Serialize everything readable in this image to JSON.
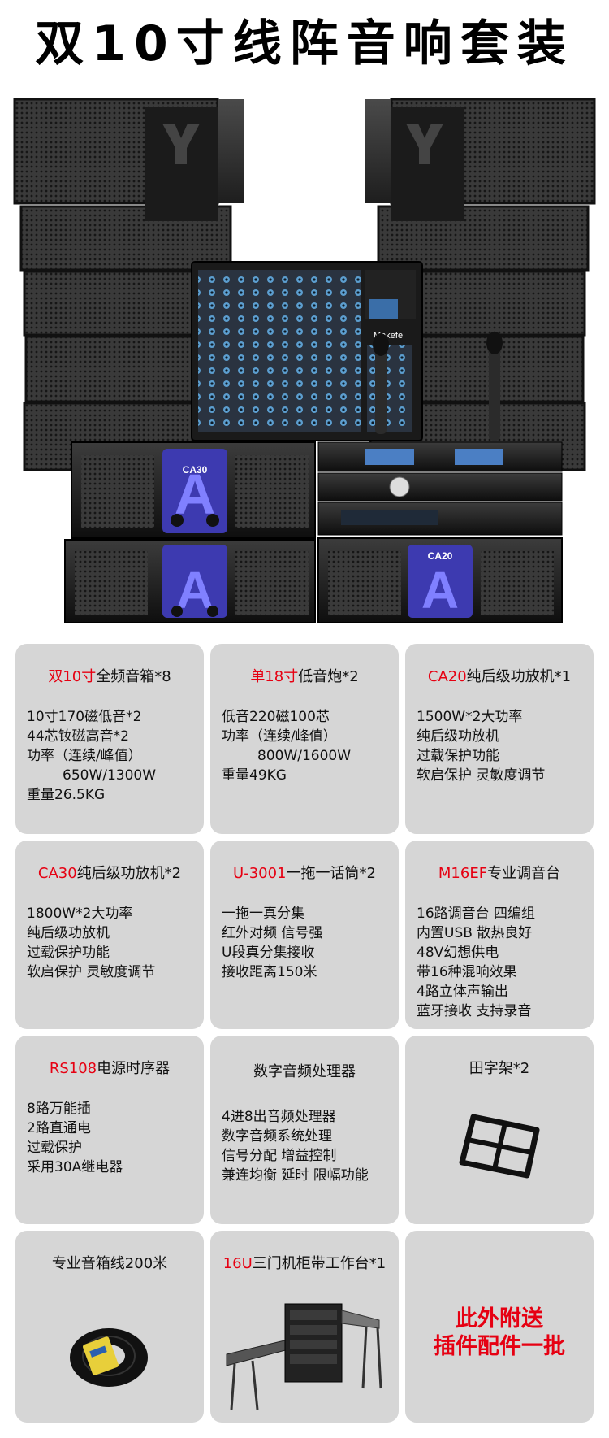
{
  "page": {
    "title": "双10寸线阵音响套装"
  },
  "hero": {
    "mixer_brand": "Makefe",
    "amp_top_label": "CA30",
    "amp_bottom_label": "CA20",
    "big_a": "A"
  },
  "cards": [
    {
      "hl": "双10寸",
      "rest": "全频音箱*8",
      "lines": [
        "10寸170磁低音*2",
        "44芯钕磁高音*2",
        "功率（连续/峰值）",
        "650W/1300W",
        "重量26.5KG"
      ]
    },
    {
      "hl": "单18寸",
      "rest": "低音炮*2",
      "lines": [
        "低音220磁100芯",
        "功率（连续/峰值）",
        "800W/1600W",
        "重量49KG"
      ]
    },
    {
      "hl": "CA20",
      "rest": "纯后级功放机*1",
      "lines": [
        "1500W*2大功率",
        "纯后级功放机",
        "过载保护功能",
        "软启保护 灵敏度调节"
      ]
    },
    {
      "hl": "CA30",
      "rest": "纯后级功放机*2",
      "lines": [
        "1800W*2大功率",
        "纯后级功放机",
        "过载保护功能",
        "软启保护 灵敏度调节"
      ]
    },
    {
      "hl": "U-3001",
      "rest": "一拖一话筒*2",
      "lines": [
        "一拖一真分集",
        "红外对频 信号强",
        "U段真分集接收",
        "接收距离150米"
      ]
    },
    {
      "hl": "M16EF",
      "rest": "专业调音台",
      "lines": [
        "16路调音台 四编组",
        "内置USB 散热良好",
        "48V幻想供电",
        "带16种混响效果",
        "4路立体声输出",
        "蓝牙接收 支持录音"
      ]
    },
    {
      "hl": "RS108",
      "rest": "电源时序器",
      "lines": [
        "8路万能插",
        "2路直通电",
        "过载保护",
        "采用30A继电器"
      ]
    },
    {
      "hl": "",
      "rest": "数字音频处理器",
      "lines": [
        "4进8出音频处理器",
        "数字音频系统处理",
        "信号分配  增益控制",
        "兼连均衡 延时 限幅功能"
      ]
    },
    {
      "hl": "",
      "rest": "田字架*2",
      "lines": []
    },
    {
      "hl": "",
      "rest": "专业音箱线200米",
      "lines": []
    },
    {
      "hl": "16U",
      "rest": "三门机柜带工作台*1",
      "lines": []
    },
    {
      "hl": "",
      "rest": "",
      "lines": []
    }
  ],
  "bonus": {
    "line1": "此外附送",
    "line2": "插件配件一批"
  }
}
